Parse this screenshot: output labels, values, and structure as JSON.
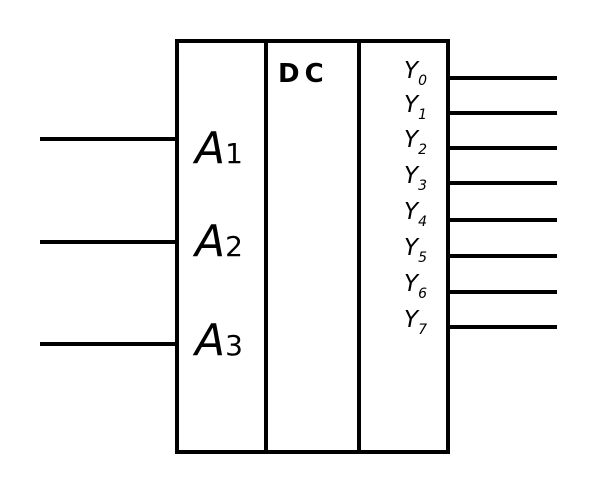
{
  "block": {
    "function_label": "DC"
  },
  "inputs": [
    {
      "letter": "A",
      "index": "1"
    },
    {
      "letter": "A",
      "index": "2"
    },
    {
      "letter": "A",
      "index": "3"
    }
  ],
  "outputs": [
    {
      "letter": "Y",
      "index": "0"
    },
    {
      "letter": "Y",
      "index": "1"
    },
    {
      "letter": "Y",
      "index": "2"
    },
    {
      "letter": "Y",
      "index": "3"
    },
    {
      "letter": "Y",
      "index": "4"
    },
    {
      "letter": "Y",
      "index": "5"
    },
    {
      "letter": "Y",
      "index": "6"
    },
    {
      "letter": "Y",
      "index": "7"
    }
  ]
}
